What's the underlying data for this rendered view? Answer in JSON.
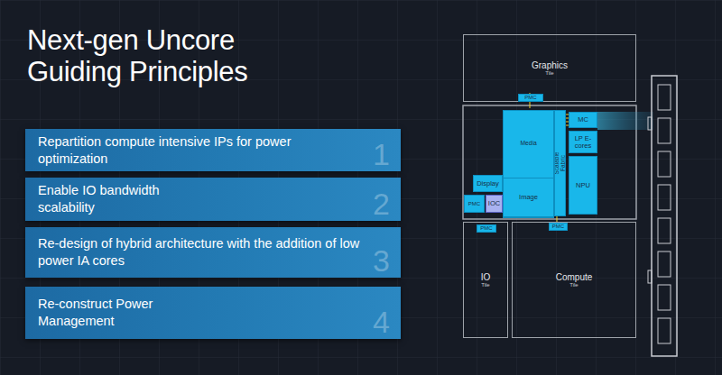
{
  "diagram": {
    "title": "Next-gen Uncore Guiding Principles",
    "nodes": [
      {
        "text": [
          "Repartition compute intensive IPs for power optimization",
          "1"
        ]
      },
      {
        "text": [
          "Enable IO bandwidth scalability",
          "2"
        ]
      },
      {
        "text": [
          "Re-design of hybrid architecture with the addition of low power IA cores",
          "3"
        ]
      },
      {
        "text": [
          "Re-construct Power Management",
          "4"
        ]
      },
      {
        "text": [
          "Graphics",
          "Tile"
        ]
      },
      {
        "text": [
          "PMC"
        ],
        "in": 4
      },
      {
        "text": [
          "Media"
        ]
      },
      {
        "text": [
          "Image"
        ],
        "in": 6
      },
      {
        "text": [
          "Scalable Fabric"
        ]
      },
      {
        "text": [
          "MC"
        ]
      },
      {
        "text": [
          "LP E-cores"
        ]
      },
      {
        "text": [
          "NPU"
        ]
      },
      {
        "text": [
          "Display"
        ]
      },
      {
        "text": [
          "PMC"
        ]
      },
      {
        "text": [
          "IOC"
        ]
      },
      {
        "text": [
          "IO",
          "Tile"
        ]
      },
      {
        "text": [
          "PMC"
        ],
        "in": 15
      },
      {
        "text": [
          "Compute",
          "Tile"
        ]
      },
      {
        "text": [
          "PMC"
        ],
        "in": 17
      }
    ]
  }
}
